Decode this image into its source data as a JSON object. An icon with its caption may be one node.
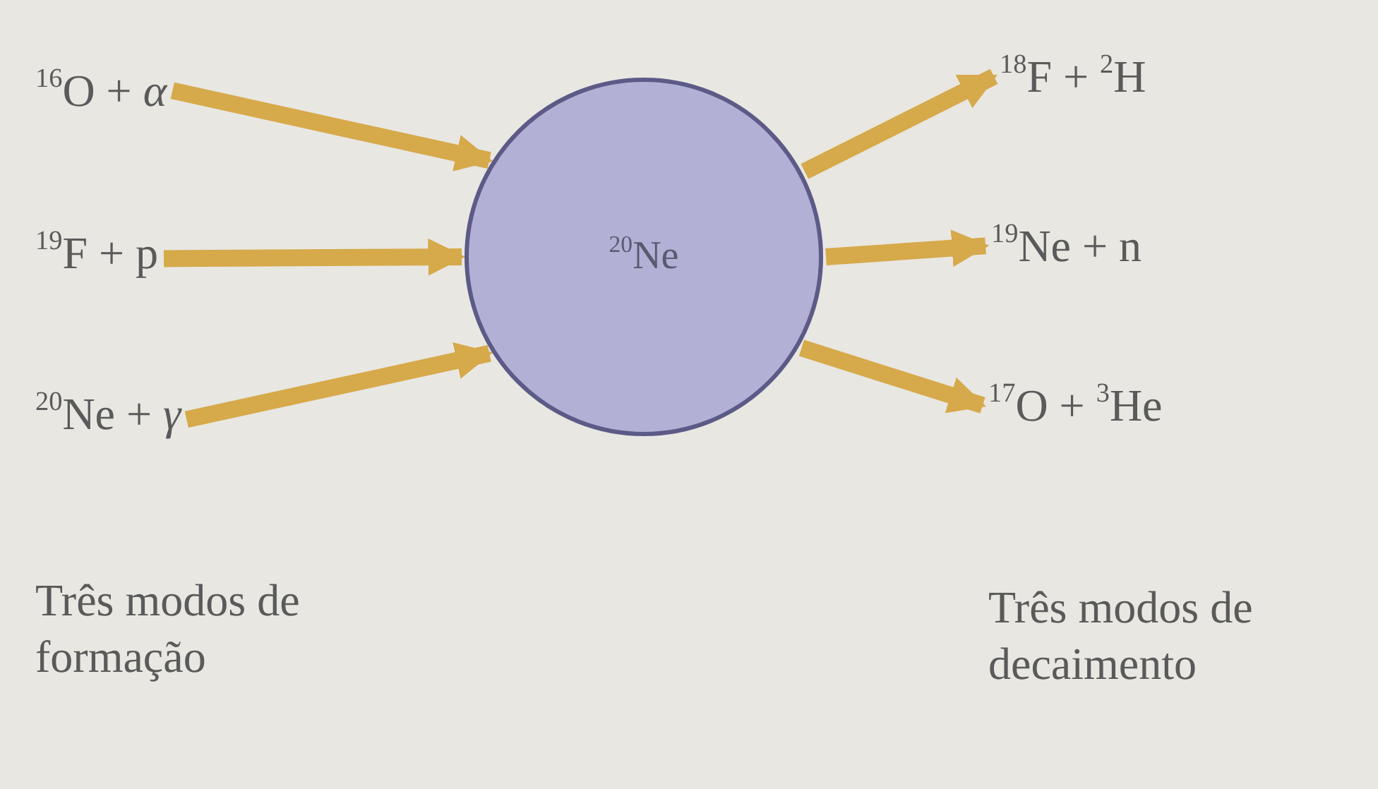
{
  "diagram": {
    "nodes": [
      {
        "text": [
          "$^{16}$O + *α*"
        ]
      },
      {
        "text": [
          "$^{19}$F + p"
        ]
      },
      {
        "text": [
          "$^{20}$Ne + *γ*"
        ]
      },
      {
        "text": [
          "$^{20}$Ne"
        ]
      },
      {
        "text": [
          "$^{18}$F + $^{2}$H"
        ]
      },
      {
        "text": [
          "$^{19}$Ne + n"
        ]
      },
      {
        "text": [
          "$^{17}$O + $^{3}$He"
        ]
      }
    ],
    "edges": [
      {
        "from": 0,
        "to": 3,
        "arrow": "to"
      },
      {
        "from": 1,
        "to": 3,
        "arrow": "to"
      },
      {
        "from": 2,
        "to": 3,
        "arrow": "to"
      },
      {
        "from": 3,
        "to": 4,
        "arrow": "to"
      },
      {
        "from": 3,
        "to": 5,
        "arrow": "to"
      },
      {
        "from": 3,
        "to": 6,
        "arrow": "to"
      }
    ],
    "labels": [
      "Três modos de formação",
      "Três modos de decaimento"
    ]
  }
}
